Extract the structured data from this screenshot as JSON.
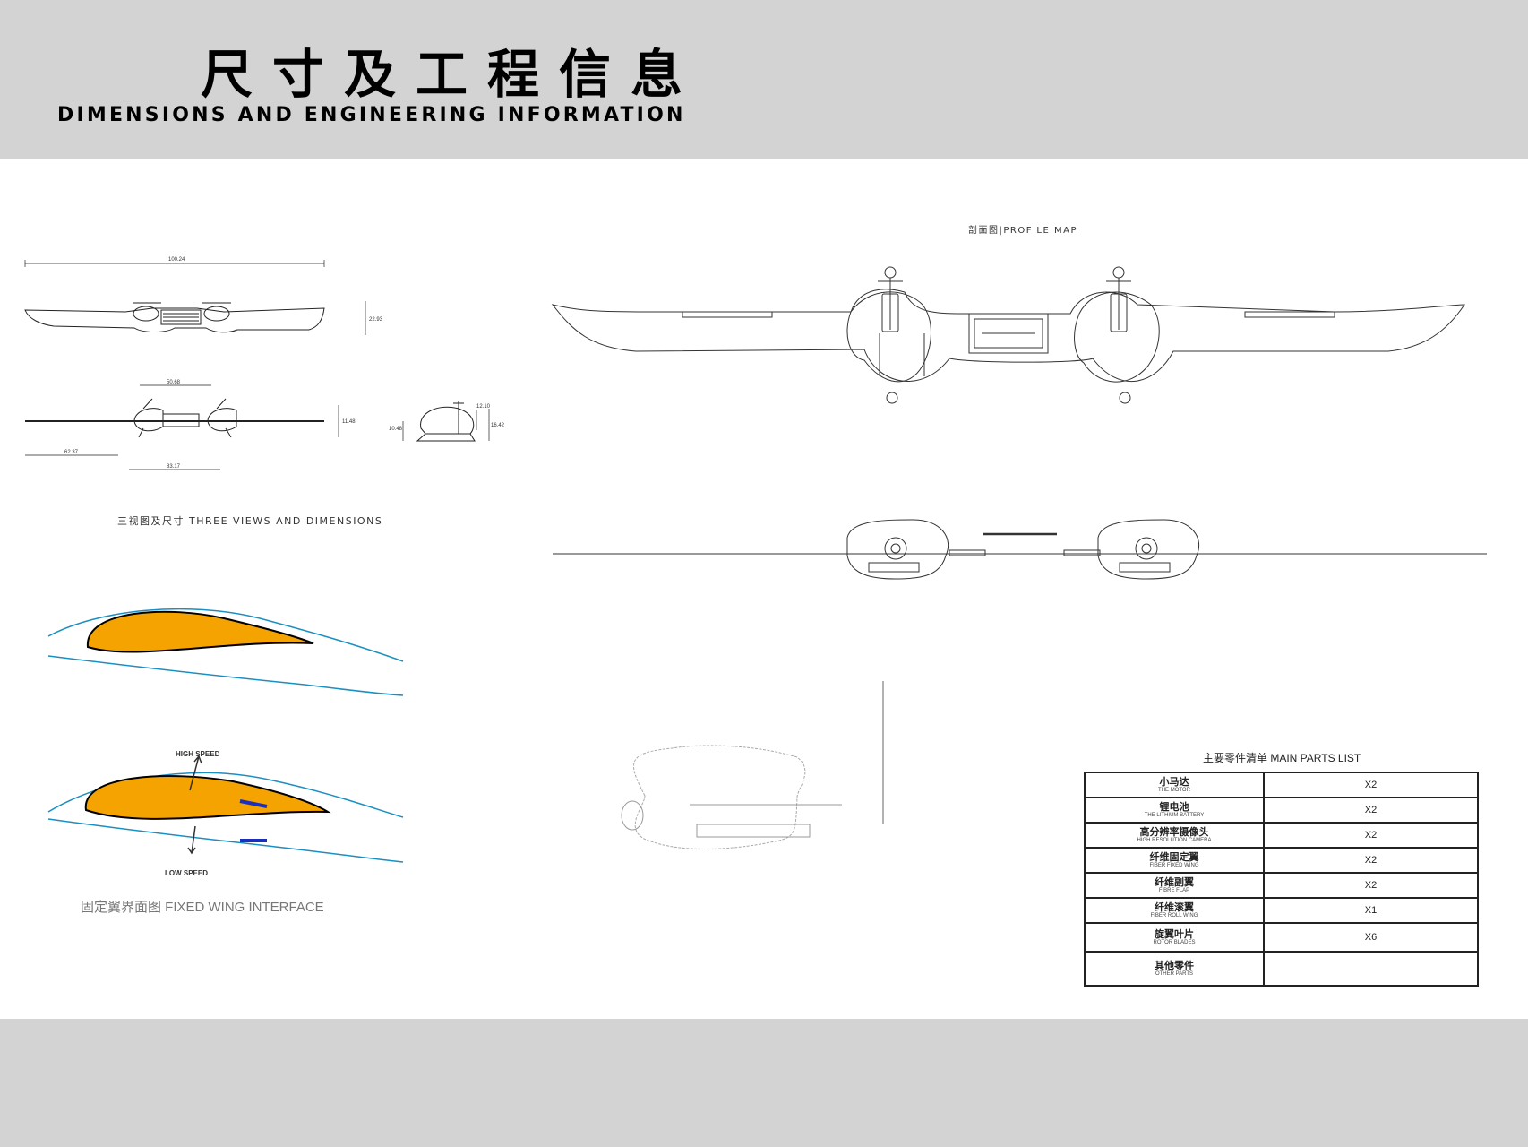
{
  "header": {
    "title_cn": "尺寸及工程信息",
    "title_en": "DIMENSIONS AND ENGINEERING INFORMATION"
  },
  "three_views": {
    "caption": "三视图及尺寸    THREE VIEWS AND DIMENSIONS",
    "dims": [
      "100.24",
      "22.93",
      "50.68",
      "11.48",
      "62.37",
      "83.17",
      "12.10",
      "10.48",
      "16.42"
    ]
  },
  "profile_map": {
    "caption": "剖面图|PROFILE MAP"
  },
  "fixed_wing": {
    "caption": "固定翼界面图  FIXED WING INTERFACE",
    "high_speed": "HIGH SPEED",
    "low_speed": "LOW SPEED"
  },
  "parts": {
    "title": "主要零件清单  MAIN PARTS LIST",
    "rows": [
      {
        "cn": "小马达",
        "en": "THE MOTOR",
        "qty": "X2"
      },
      {
        "cn": "锂电池",
        "en": "THE LITHIUM BATTERY",
        "qty": "X2"
      },
      {
        "cn": "高分辨率摄像头",
        "en": "HIGH RESOLUTION CAMERA",
        "qty": "X2"
      },
      {
        "cn": "纤维固定翼",
        "en": "FIBER FIXED WING",
        "qty": "X2"
      },
      {
        "cn": "纤维副翼",
        "en": "FIBRE FLAP",
        "qty": "X2"
      },
      {
        "cn": "纤维滚翼",
        "en": "FIBER ROLL WING",
        "qty": "X1"
      },
      {
        "cn": "旋翼叶片",
        "en": "ROTOR BLADES",
        "qty": "X6"
      },
      {
        "cn": "其他零件",
        "en": "OTHER PARTS",
        "qty": ""
      }
    ]
  },
  "colors": {
    "band": "#d3d3d3",
    "airfoil": "#f5a300",
    "airflow": "#1a8fc2",
    "speed_mark": "#1b2fbf"
  }
}
